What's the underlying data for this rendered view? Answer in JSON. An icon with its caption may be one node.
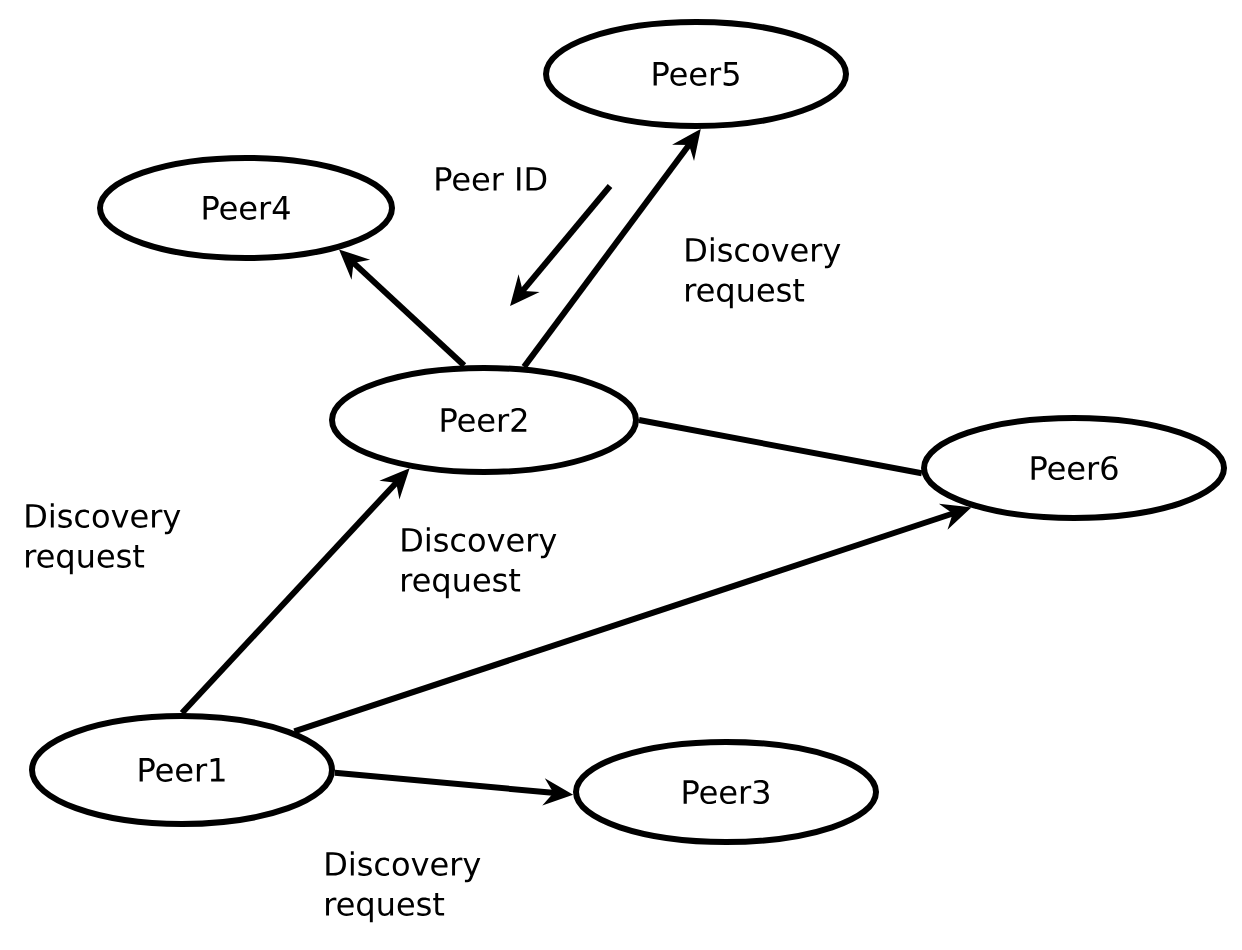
{
  "diagram": {
    "nodes": [
      {
        "text": [
          "Peer5"
        ]
      },
      {
        "text": [
          "Peer4"
        ]
      },
      {
        "text": [
          "Peer2"
        ]
      },
      {
        "text": [
          "Peer6"
        ]
      },
      {
        "text": [
          "Peer1"
        ]
      },
      {
        "text": [
          "Peer3"
        ]
      }
    ],
    "edges": [
      {
        "from": 4,
        "to": 2,
        "arrow": "to",
        "label": "Discovery request"
      },
      {
        "from": 2,
        "to": 1,
        "arrow": "to"
      },
      {
        "from": 2,
        "to": 0,
        "arrow": "to",
        "label": "Discovery request"
      },
      {
        "from": 2,
        "to": 3,
        "arrow": "none"
      },
      {
        "from": 4,
        "to": 3,
        "arrow": "to",
        "label": "Discovery request"
      },
      {
        "from": 4,
        "to": 5,
        "arrow": "to",
        "label": "Discovery request"
      }
    ],
    "labels": [
      "Peer ID"
    ]
  }
}
